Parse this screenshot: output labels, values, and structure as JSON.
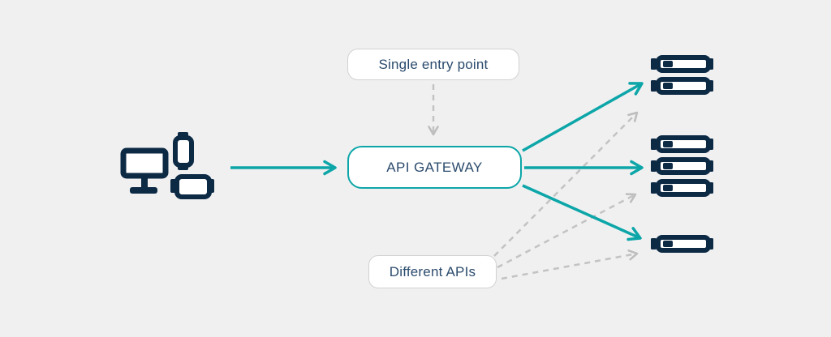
{
  "colors": {
    "background": "#f0f0f1",
    "teal_accent": "#0da6a8",
    "navy_icon": "#0d2a45",
    "dashed_gray": "#c3c3c3",
    "node_border_gray": "#d2d2d2",
    "node_fill": "#ffffff",
    "label_text": "#2b4b6d"
  },
  "nodes": {
    "single_entry_point": {
      "label": "Single entry point"
    },
    "api_gateway": {
      "label": "API GATEWAY"
    },
    "different_apis": {
      "label": "Different APIs"
    }
  },
  "icons": {
    "client_devices": {
      "parts": [
        "monitor",
        "smartphone",
        "tablet"
      ]
    },
    "servers": [
      {
        "position": "top",
        "units": 2
      },
      {
        "position": "middle",
        "units": 3
      },
      {
        "position": "bottom",
        "units": 1
      }
    ]
  },
  "edges": [
    {
      "from": "client-devices",
      "to": "api-gateway",
      "style": "solid"
    },
    {
      "from": "api-gateway",
      "to": "server-top",
      "style": "solid"
    },
    {
      "from": "api-gateway",
      "to": "server-middle",
      "style": "solid"
    },
    {
      "from": "api-gateway",
      "to": "server-bottom",
      "style": "solid"
    },
    {
      "from": "single-entry-point",
      "to": "api-gateway",
      "style": "dashed"
    },
    {
      "from": "different-apis",
      "to": "server-top",
      "style": "dashed"
    },
    {
      "from": "different-apis",
      "to": "server-middle",
      "style": "dashed"
    },
    {
      "from": "different-apis",
      "to": "server-bottom",
      "style": "dashed"
    }
  ]
}
